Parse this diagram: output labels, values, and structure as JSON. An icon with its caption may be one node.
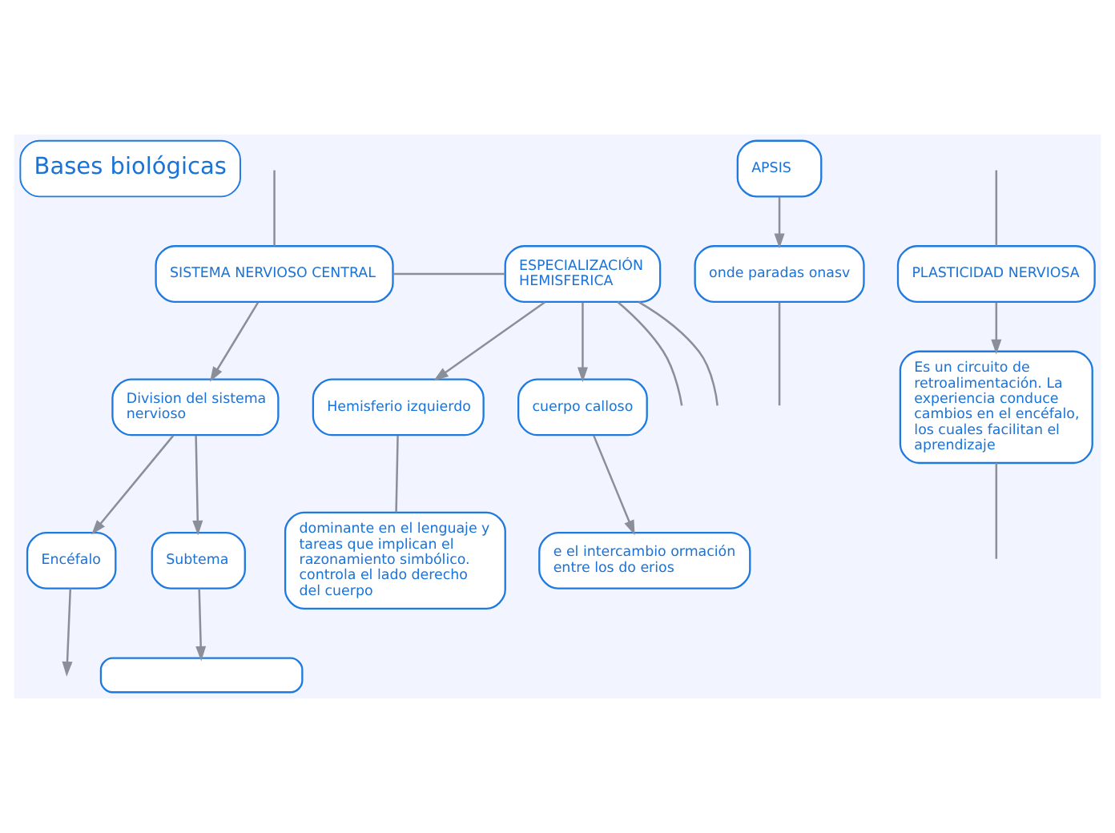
{
  "diagram": {
    "nodes": [
      {
        "text": [
          "Bases biológicas"
        ]
      },
      {
        "text": [
          "SISTEMA NERVIOSO CENTRAL"
        ]
      },
      {
        "text": [
          "ESPECIALIZACIÓN HEMISFERICA"
        ]
      },
      {
        "text": [
          "APSIS"
        ]
      },
      {
        "text": [
          "PLASTICIDAD NERVIOSA"
        ]
      },
      {
        "text": [
          "onde paradas onasv"
        ]
      },
      {
        "text": [
          "Es un circuito de retroalimentación. La experiencia conduce cambios en el encéfalo, los cuales facilitan el aprendizaje"
        ]
      },
      {
        "text": [
          "Division del sistema nervioso"
        ]
      },
      {
        "text": [
          "Encéfalo"
        ]
      },
      {
        "text": [
          "Subtema"
        ]
      },
      {
        "text": [],
        "shape": "box"
      },
      {
        "text": [
          "Hemisferio izquierdo"
        ]
      },
      {
        "text": [
          "cuerpo calloso"
        ]
      },
      {
        "text": [
          "dominante en el lenguaje y tareas que implican el razonamiento simbólico. controla el lado derecho del cuerpo"
        ]
      },
      {
        "text": [
          "e el intercambio ormación entre los do erios"
        ]
      }
    ],
    "edges": [
      {
        "from": null,
        "to": 1,
        "arrow": "none"
      },
      {
        "from": null,
        "to": 4,
        "arrow": "none"
      },
      {
        "from": 1,
        "to": 2,
        "arrow": "none"
      },
      {
        "from": 2,
        "to": null,
        "arrow": "none"
      },
      {
        "from": 2,
        "to": null,
        "arrow": "none"
      },
      {
        "from": 3,
        "to": 5,
        "arrow": "to"
      },
      {
        "from": 5,
        "to": null,
        "arrow": "none"
      },
      {
        "from": 4,
        "to": 6,
        "arrow": "to"
      },
      {
        "from": 6,
        "to": null,
        "arrow": "none"
      },
      {
        "from": 1,
        "to": 7,
        "arrow": "to"
      },
      {
        "from": 7,
        "to": 8,
        "arrow": "to"
      },
      {
        "from": 7,
        "to": 9,
        "arrow": "to"
      },
      {
        "from": 8,
        "to": null,
        "arrow": "to"
      },
      {
        "from": 9,
        "to": 10,
        "arrow": "to"
      },
      {
        "from": 2,
        "to": 11,
        "arrow": "to"
      },
      {
        "from": 2,
        "to": 12,
        "arrow": "to"
      },
      {
        "from": 11,
        "to": 13,
        "arrow": "none"
      },
      {
        "from": 12,
        "to": 14,
        "arrow": "to"
      }
    ]
  }
}
